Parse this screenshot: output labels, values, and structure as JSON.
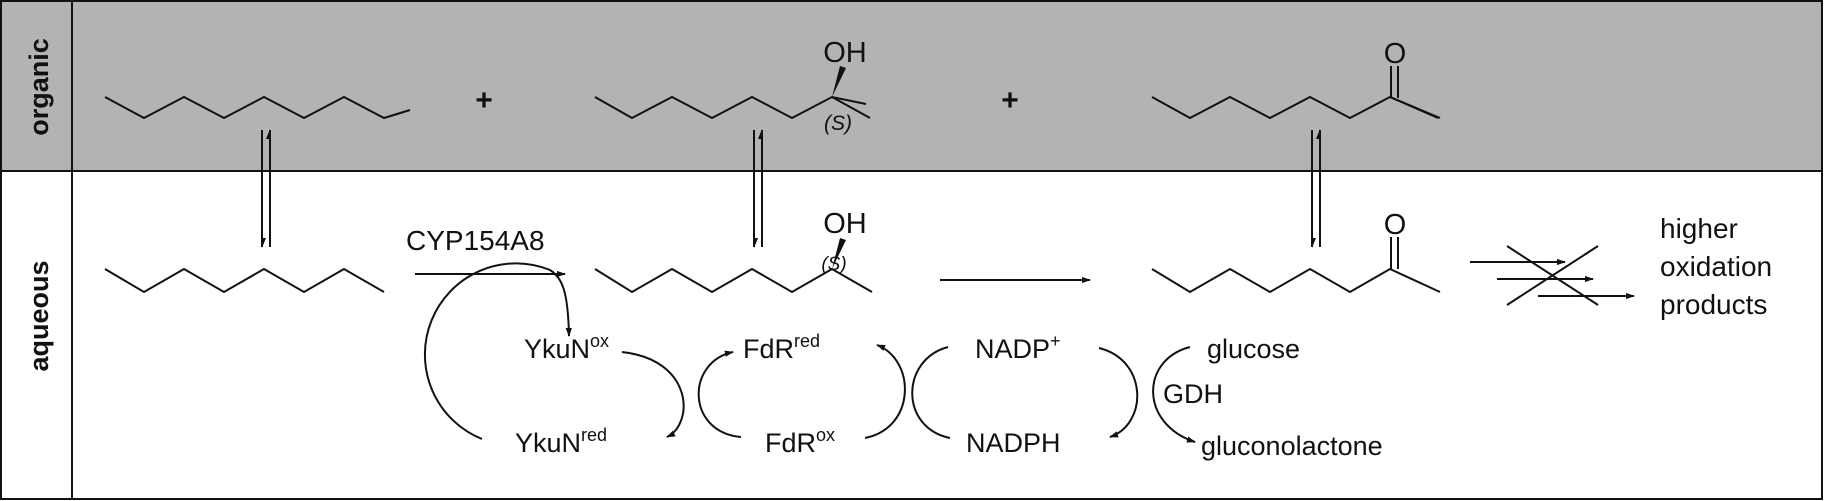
{
  "phases": {
    "organic": "organic",
    "aqueous": "aqueous"
  },
  "organic_layer": {
    "plus_1": "+",
    "plus_2": "+",
    "alcohol_oh": "OH",
    "alcohol_stereo": "(S)",
    "ketone_o": "O"
  },
  "aqueous_layer": {
    "enzyme": "CYP154A8",
    "alcohol_oh": "OH",
    "alcohol_stereo": "(S)",
    "ketone_o": "O",
    "products_line1": "higher",
    "products_line2": "oxidation",
    "products_line3": "products"
  },
  "cofactors": {
    "ykun_ox": {
      "base": "YkuN",
      "sup": "ox"
    },
    "ykun_red": {
      "base": "YkuN",
      "sup": "red"
    },
    "fdr_red": {
      "base": "FdR",
      "sup": "red"
    },
    "fdr_ox": {
      "base": "FdR",
      "sup": "ox"
    },
    "nadp": {
      "base": "NADP",
      "sup": "+"
    },
    "nadph": "NADPH",
    "glucose": "glucose",
    "gdh": "GDH",
    "gluconolactone": "gluconolactone"
  },
  "colors": {
    "organic_band": "#b3b3b3",
    "aqueous_band": "#ffffff",
    "line": "#111111"
  }
}
